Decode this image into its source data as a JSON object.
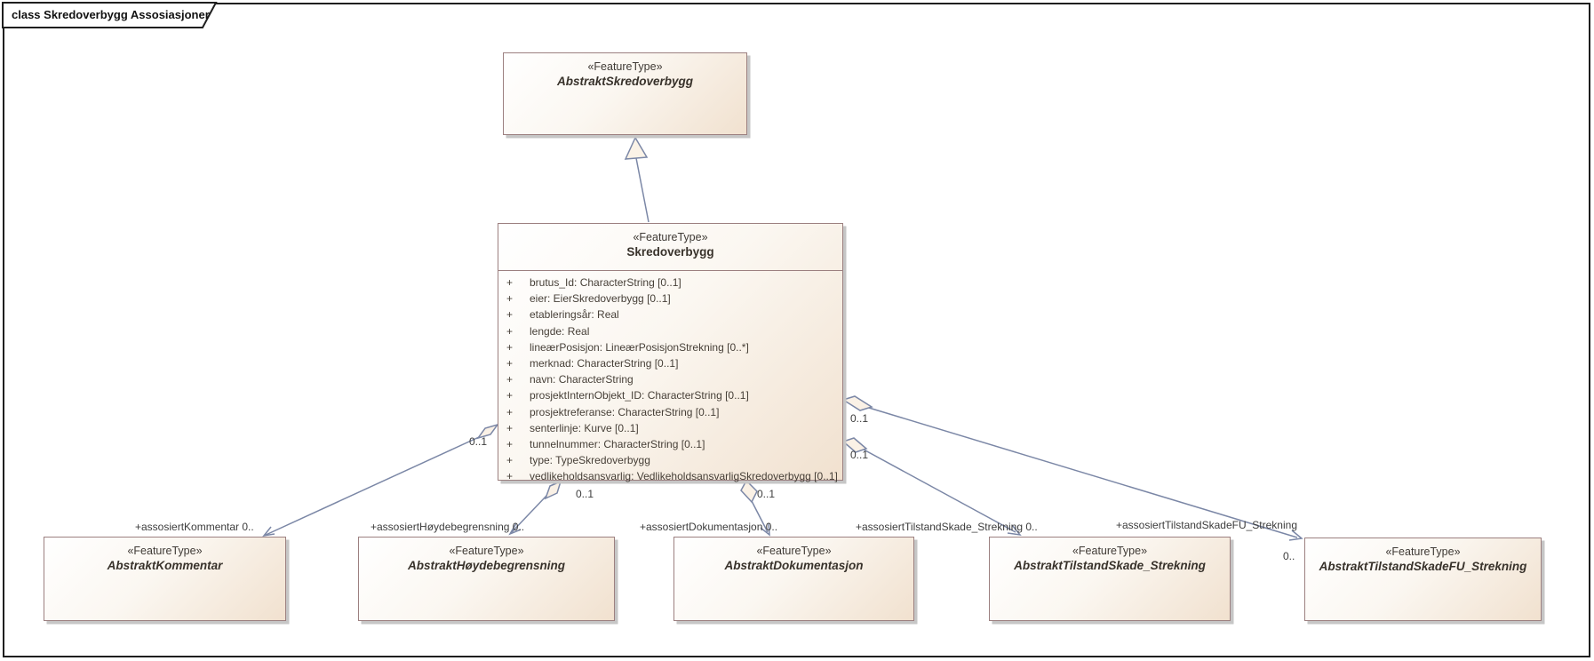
{
  "frame": {
    "title": "class Skredoverbygg Assosiasjoner"
  },
  "colors": {
    "frame_border": "#1f1f1f",
    "box_border": "#9c8080",
    "box_fill_start": "#ffffff",
    "box_fill_end": "#f1e1cf",
    "box_shadow": "#c6c6c6",
    "connector": "#7b87a6",
    "text": "#3f3831"
  },
  "classes": [
    {
      "stereotype": "«FeatureType»",
      "name": "AbstraktSkredoverbygg",
      "abstract": true
    },
    {
      "stereotype": "«FeatureType»",
      "name": "Skredoverbygg",
      "abstract": false,
      "attributes": [
        {
          "visibility": "+",
          "text": "brutus_Id: CharacterString [0..1]"
        },
        {
          "visibility": "+",
          "text": "eier: EierSkredoverbygg [0..1]"
        },
        {
          "visibility": "+",
          "text": "etableringsår: Real"
        },
        {
          "visibility": "+",
          "text": "lengde: Real"
        },
        {
          "visibility": "+",
          "text": "lineærPosisjon: LineærPosisjonStrekning [0..*]"
        },
        {
          "visibility": "+",
          "text": "merknad: CharacterString [0..1]"
        },
        {
          "visibility": "+",
          "text": "navn: CharacterString"
        },
        {
          "visibility": "+",
          "text": "prosjektInternObjekt_ID: CharacterString [0..1]"
        },
        {
          "visibility": "+",
          "text": "prosjektreferanse: CharacterString [0..1]"
        },
        {
          "visibility": "+",
          "text": "senterlinje: Kurve [0..1]"
        },
        {
          "visibility": "+",
          "text": "tunnelnummer: CharacterString [0..1]"
        },
        {
          "visibility": "+",
          "text": "type: TypeSkredoverbygg"
        },
        {
          "visibility": "+",
          "text": "vedlikeholdsansvarlig: VedlikeholdsansvarligSkredoverbygg [0..1]"
        }
      ]
    },
    {
      "stereotype": "«FeatureType»",
      "name": "AbstraktKommentar",
      "abstract": true
    },
    {
      "stereotype": "«FeatureType»",
      "name": "AbstraktHøydebegrensning",
      "abstract": true
    },
    {
      "stereotype": "«FeatureType»",
      "name": "AbstraktDokumentasjon",
      "abstract": true
    },
    {
      "stereotype": "«FeatureType»",
      "name": "AbstraktTilstandSkade_Strekning",
      "abstract": true
    },
    {
      "stereotype": "«FeatureType»",
      "name": "AbstraktTilstandSkadeFU_Strekning",
      "abstract": true
    }
  ],
  "associations": {
    "kommentar": {
      "name_label": "+assosiertKommentar 0..",
      "source_mult": "0..1"
    },
    "hoydebegrensning": {
      "name_label": "+assosiertHøydebegrensning 0..",
      "source_mult": "0..1"
    },
    "dokumentasjon": {
      "name_label": "+assosiertDokumentasjon 0..",
      "source_mult": "0..1"
    },
    "tilstand_skade_strekning": {
      "name_label": "+assosiertTilstandSkade_Strekning 0..",
      "source_mult": "0..1"
    },
    "tilstand_skade_fu_strekning": {
      "name_label": "+assosiertTilstandSkadeFU_Strekning",
      "source_mult": "0..1",
      "target_mult": "0.."
    }
  }
}
